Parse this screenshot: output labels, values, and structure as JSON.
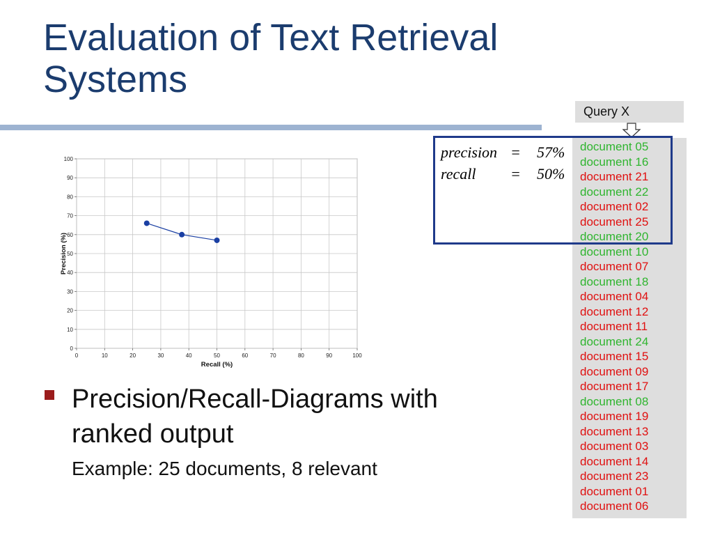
{
  "slide": {
    "title": "Evaluation of Text Retrieval Systems",
    "bullet_main": "Precision/Recall-Diagrams with ranked output",
    "bullet_sub": "Example: 25 documents, 8 relevant"
  },
  "query": {
    "label": "Query X",
    "documents": [
      {
        "name": "document 05",
        "relevant": true
      },
      {
        "name": "document 16",
        "relevant": true
      },
      {
        "name": "document 21",
        "relevant": false
      },
      {
        "name": "document 22",
        "relevant": true
      },
      {
        "name": "document 02",
        "relevant": false
      },
      {
        "name": "document 25",
        "relevant": false
      },
      {
        "name": "document 20",
        "relevant": true
      },
      {
        "name": "document 10",
        "relevant": true
      },
      {
        "name": "document 07",
        "relevant": false
      },
      {
        "name": "document 18",
        "relevant": true
      },
      {
        "name": "document 04",
        "relevant": false
      },
      {
        "name": "document 12",
        "relevant": false
      },
      {
        "name": "document 11",
        "relevant": false
      },
      {
        "name": "document 24",
        "relevant": true
      },
      {
        "name": "document 15",
        "relevant": false
      },
      {
        "name": "document 09",
        "relevant": false
      },
      {
        "name": "document 17",
        "relevant": false
      },
      {
        "name": "document 08",
        "relevant": true
      },
      {
        "name": "document 19",
        "relevant": false
      },
      {
        "name": "document 13",
        "relevant": false
      },
      {
        "name": "document 03",
        "relevant": false
      },
      {
        "name": "document 14",
        "relevant": false
      },
      {
        "name": "document 23",
        "relevant": false
      },
      {
        "name": "document 01",
        "relevant": false
      },
      {
        "name": "document 06",
        "relevant": false
      }
    ]
  },
  "metrics": {
    "precision_label": "precision",
    "precision_value": "57%",
    "recall_label": "recall",
    "recall_value": "50%",
    "equals": "="
  },
  "colors": {
    "title": "#1b3c6e",
    "relevant": "#2fb52f",
    "non_relevant": "#e01010",
    "series": "#1a3fa3",
    "box": "#1f3a8a",
    "bullet": "#9b1c1c"
  },
  "chart_data": {
    "type": "line",
    "xlabel": "Recall (%)",
    "ylabel": "Precision (%)",
    "xlim": [
      0,
      100
    ],
    "ylim": [
      0,
      100
    ],
    "xticks": [
      0,
      10,
      20,
      30,
      40,
      50,
      60,
      70,
      80,
      90,
      100
    ],
    "yticks": [
      0,
      10,
      20,
      30,
      40,
      50,
      60,
      70,
      80,
      90,
      100
    ],
    "grid": true,
    "series": [
      {
        "points": [
          [
            25,
            66
          ],
          [
            37.5,
            60
          ],
          [
            50,
            57
          ]
        ]
      }
    ]
  }
}
